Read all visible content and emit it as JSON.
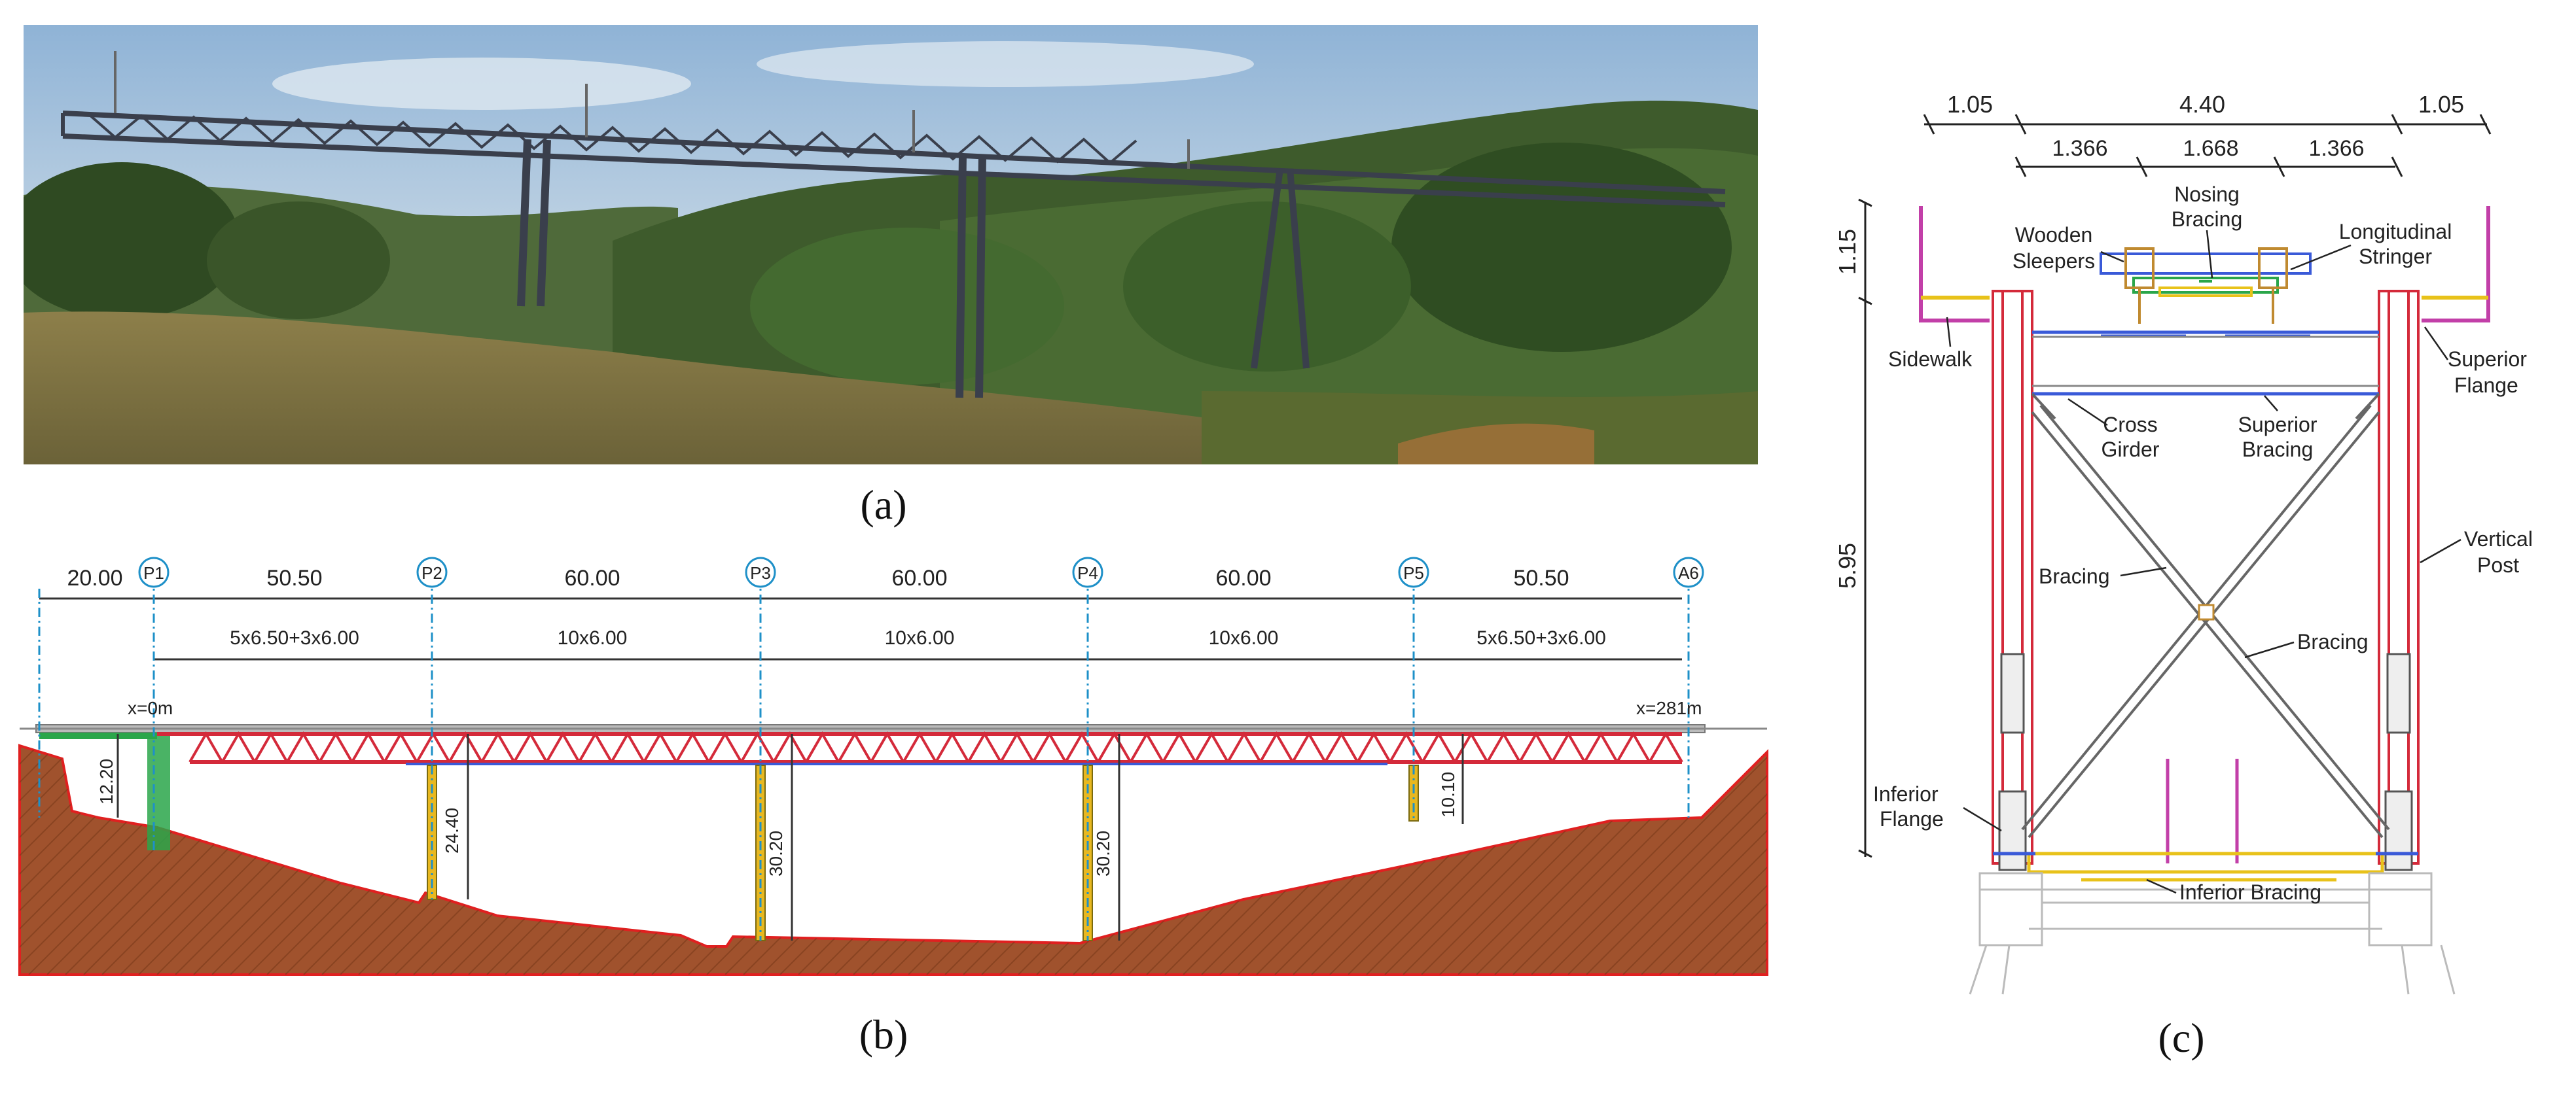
{
  "captions": {
    "a": "(a)",
    "b": "(b)",
    "c": "(c)"
  },
  "photo": {
    "alt": "photograph of steel truss railway viaduct over a forested valley"
  },
  "elevation": {
    "piers": [
      "P1",
      "P2",
      "P3",
      "P4",
      "P5",
      "A6"
    ],
    "spans": [
      "20.00",
      "50.50",
      "60.00",
      "60.00",
      "60.00",
      "50.50"
    ],
    "subdivisions": [
      "5x6.50+3x6.00",
      "10x6.00",
      "10x6.00",
      "10x6.00",
      "5x6.50+3x6.00"
    ],
    "x_start": "x=0m",
    "x_end": "x=281m",
    "heights": [
      "12.20",
      "24.40",
      "30.20",
      "30.20",
      "10.10"
    ]
  },
  "section": {
    "top_dims": [
      "1.05",
      "4.40",
      "1.05"
    ],
    "mid_dims": [
      "1.366",
      "1.668",
      "1.366"
    ],
    "vertical_dims": [
      "1.15",
      "5.95"
    ],
    "labels": {
      "wooden_sleepers_1": "Wooden",
      "wooden_sleepers_2": "Sleepers",
      "nosing_bracing_1": "Nosing",
      "nosing_bracing_2": "Bracing",
      "longitudinal_stringer_1": "Longitudinal",
      "longitudinal_stringer_2": "Stringer",
      "sidewalk": "Sidewalk",
      "superior_flange_1": "Superior",
      "superior_flange_2": "Flange",
      "cross_girder_1": "Cross",
      "cross_girder_2": "Girder",
      "superior_bracing_1": "Superior",
      "superior_bracing_2": "Bracing",
      "vertical_post_1": "Vertical",
      "vertical_post_2": "Post",
      "bracing_left": "Bracing",
      "bracing_right": "Bracing",
      "inferior_flange_1": "Inferior",
      "inferior_flange_2": "Flange",
      "inferior_bracing": "Inferior Bracing"
    }
  },
  "colors": {
    "truss": "#d42a3a",
    "ground": "#a0522d",
    "ground_line": "#e02020",
    "pier": "#e8b820",
    "axis": "#1e90c8",
    "green": "#2aa64a",
    "blue": "#3a5ad8",
    "magenta": "#c23fa8",
    "yellow": "#e8c21a"
  }
}
